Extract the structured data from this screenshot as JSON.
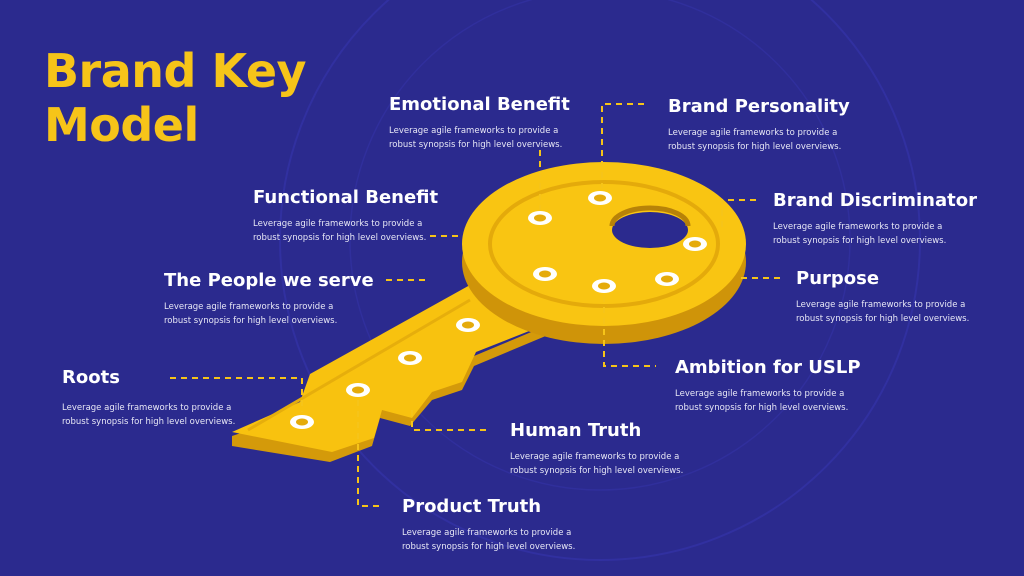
{
  "title": {
    "line1": "Brand Key",
    "line2": "Model"
  },
  "colors": {
    "background": "#2b2a8e",
    "accent": "#f6c419",
    "key_top": "#f9c512",
    "key_side": "#dca20b",
    "text": "#ffffff"
  },
  "labels": [
    {
      "id": "emotional-benefit",
      "title": "Emotional Benefit",
      "desc_line1": "Leverage agile frameworks to provide a",
      "desc_line2": "robust synopsis for high level overviews."
    },
    {
      "id": "brand-personality",
      "title": "Brand Personality",
      "desc_line1": "Leverage agile frameworks to provide a",
      "desc_line2": "robust synopsis for high level overviews."
    },
    {
      "id": "functional-benefit",
      "title": "Functional Benefit",
      "desc_line1": "Leverage agile frameworks to provide a",
      "desc_line2": "robust synopsis for high level overviews."
    },
    {
      "id": "brand-discriminator",
      "title": "Brand Discriminator",
      "desc_line1": "Leverage agile frameworks to provide a",
      "desc_line2": "robust synopsis for high level overviews."
    },
    {
      "id": "people-we-serve",
      "title": "The People we serve",
      "desc_line1": "Leverage agile frameworks to provide a",
      "desc_line2": "robust synopsis for high level overviews."
    },
    {
      "id": "purpose",
      "title": "Purpose",
      "desc_line1": "Leverage agile frameworks to provide a",
      "desc_line2": "robust synopsis for high level overviews."
    },
    {
      "id": "ambition-uslp",
      "title": "Ambition for USLP",
      "desc_line1": "Leverage agile frameworks to provide a",
      "desc_line2": "robust synopsis for high level overviews."
    },
    {
      "id": "roots",
      "title": "Roots",
      "desc_line1": "Leverage agile frameworks to provide a",
      "desc_line2": "robust synopsis for high level overviews."
    },
    {
      "id": "human-truth",
      "title": "Human Truth",
      "desc_line1": "Leverage agile frameworks to provide a",
      "desc_line2": "robust synopsis for high level overviews."
    },
    {
      "id": "product-truth",
      "title": "Product Truth",
      "desc_line1": "Leverage agile frameworks to provide a",
      "desc_line2": "robust synopsis for high level overviews."
    }
  ]
}
